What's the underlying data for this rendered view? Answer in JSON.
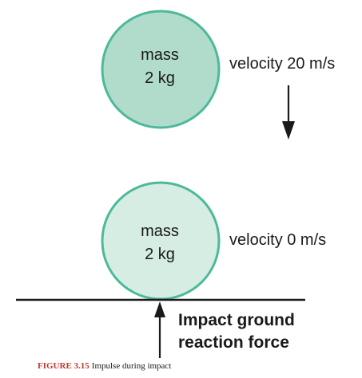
{
  "colors": {
    "ball_top_fill": "#b1dccb",
    "ball_bottom_fill": "#d6ede4",
    "ball_stroke": "#4bb99a",
    "ink": "#1a1a1a",
    "caption_accent": "#c0392b"
  },
  "top_ball": {
    "line1": "mass",
    "line2": "2 kg",
    "velocity": "velocity 20 m/s"
  },
  "bottom_ball": {
    "line1": "mass",
    "line2": "2 kg",
    "velocity": "velocity 0 m/s"
  },
  "force": {
    "line1": "Impact ground",
    "line2": "reaction force"
  },
  "caption": {
    "number": "FIGURE 3.15",
    "text": "Impulse during impact"
  },
  "icons": {
    "motion_arrow": "arrow-down-icon",
    "force_arrow": "arrow-up-icon"
  }
}
